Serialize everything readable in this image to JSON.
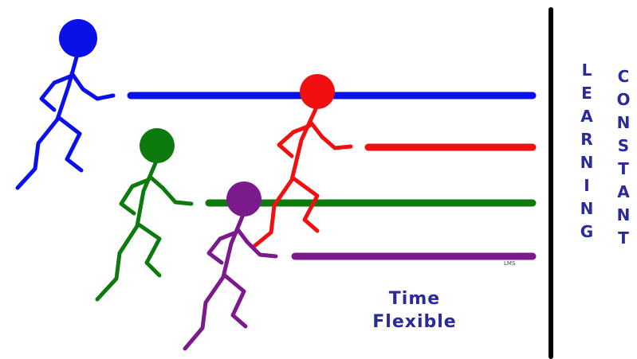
{
  "labels": {
    "time": "Time",
    "flexible": "Flexible",
    "learning": "LEARNING",
    "constant": "CONSTANT",
    "credit": "LMS"
  },
  "colors": {
    "blue": "#0a10e8",
    "green": "#0c7a0c",
    "red": "#f01010",
    "purple": "#7a1a8c",
    "text": "#2a2a9a",
    "barrier": "#000000"
  },
  "runners": [
    "blue",
    "green",
    "red",
    "purple"
  ]
}
